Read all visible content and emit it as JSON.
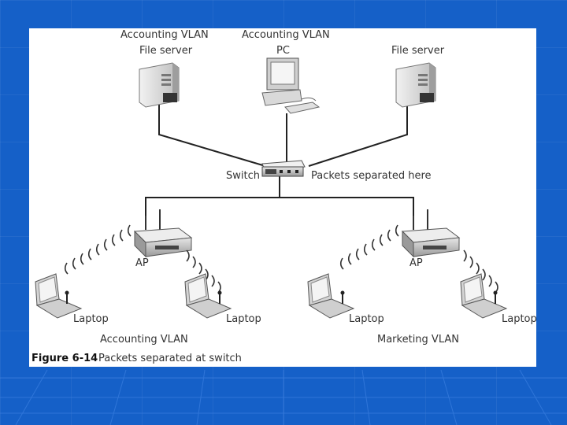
{
  "diagram": {
    "devices": {
      "server_left": {
        "line1": "Accounting VLAN",
        "line2": "File server"
      },
      "pc": {
        "line1": "Accounting VLAN",
        "line2": "PC"
      },
      "server_right": {
        "line2": "File server"
      },
      "switch": {
        "label": "Switch",
        "note": "Packets separated here"
      },
      "ap_left": {
        "label": "AP"
      },
      "ap_right": {
        "label": "AP"
      },
      "laptops": [
        "Laptop",
        "Laptop",
        "Laptop",
        "Laptop"
      ]
    },
    "groups": {
      "left": "Accounting VLAN",
      "right": "Marketing VLAN"
    },
    "caption": {
      "number": "Figure 6-14",
      "text": "Packets separated at switch"
    }
  },
  "colors": {
    "background": "#1560c8",
    "card": "#ffffff",
    "line": "#222222"
  }
}
